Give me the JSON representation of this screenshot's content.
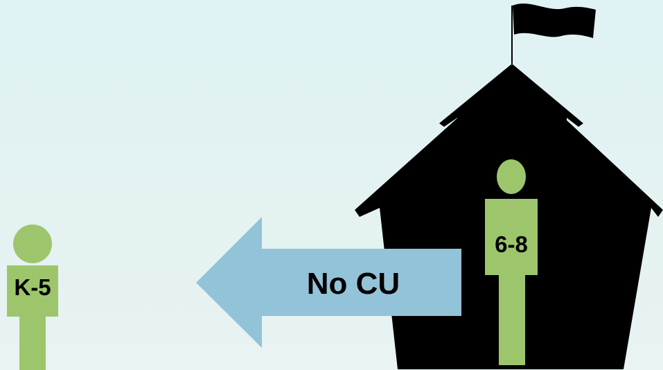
{
  "labels": {
    "k5": "K-5",
    "grade_6_8": "6-8",
    "arrow": "No CU"
  },
  "icons": {
    "school": "schoolhouse-icon",
    "flag": "flag-icon",
    "person": "person-icon",
    "arrow": "left-arrow-icon"
  },
  "colors": {
    "background": "#e1f2f3",
    "school": "#000000",
    "person": "#9dc66c",
    "arrow": "#93c3d8",
    "text": "#000000"
  }
}
